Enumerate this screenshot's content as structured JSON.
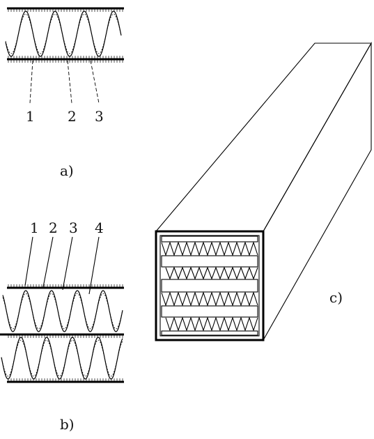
{
  "figure": {
    "panel_a": {
      "caption": "a)",
      "callouts": [
        "1",
        "2",
        "3"
      ]
    },
    "panel_b": {
      "caption": "b)",
      "callouts": [
        "1",
        "2",
        "3",
        "4"
      ]
    },
    "panel_c": {
      "caption": "c)"
    }
  }
}
